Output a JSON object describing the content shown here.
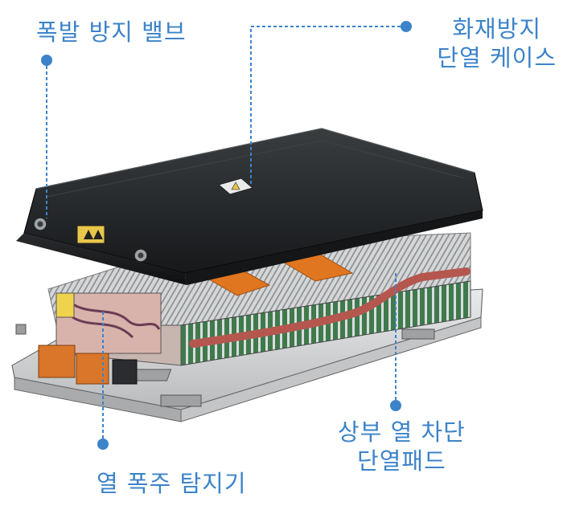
{
  "labels": {
    "explosion_valve": "폭발 방지 밸브",
    "fire_case_line1": "화재방지",
    "fire_case_line2": "단열 케이스",
    "thermal_pad_line1": "상부 열 차단",
    "thermal_pad_line2": "단열패드",
    "runaway_detector": "열 폭주 탐지기"
  },
  "colors": {
    "callout": "#3c83c9",
    "case_dark": "#25272a",
    "module_gray": "#c9cbcc",
    "orange_pad": "#e0761f",
    "busbar_red": "#b5574f",
    "cell_green": "#3f7a4d"
  },
  "icons": {
    "valve": "explosion-proof-valve-icon",
    "warning": "hazard-warning-sticker-icon"
  }
}
